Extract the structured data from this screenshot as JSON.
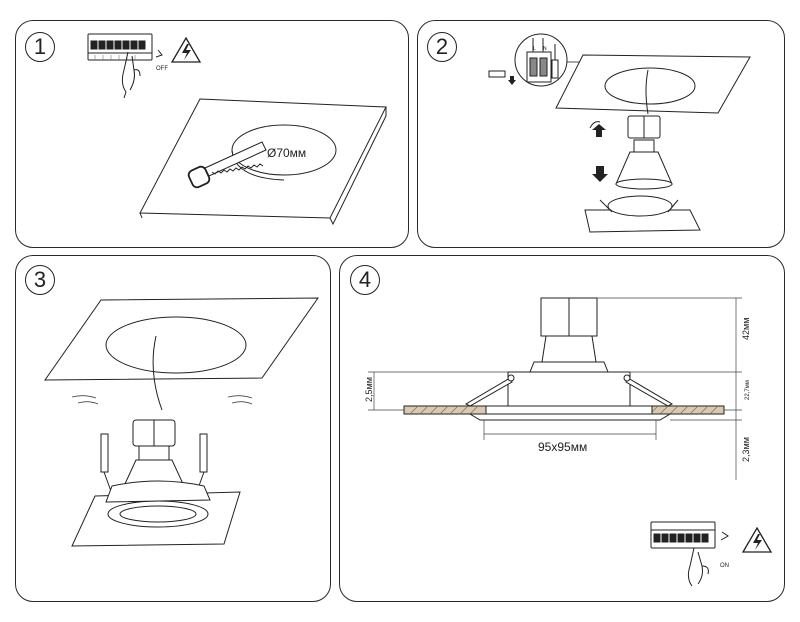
{
  "steps": [
    {
      "number": "1",
      "hole_label": "Ø70мм",
      "switch_label": "OFF"
    },
    {
      "number": "2",
      "terminal_labels": [
        "L",
        "N"
      ]
    },
    {
      "number": "3"
    },
    {
      "number": "4",
      "dimensions": {
        "height_top": "42мм",
        "height_mid": "22,7мм",
        "height_bottom": "2,3мм",
        "rim": "2,5мм",
        "frame": "95х95мм"
      },
      "switch_label": "ON"
    }
  ],
  "colors": {
    "line": "#222222",
    "hatch": "#b9a58a",
    "fill": "#ffffff"
  },
  "icons": [
    "hand-icon",
    "switch-panel-icon",
    "high-voltage-warning-icon",
    "screwdriver-icon",
    "saw-icon",
    "arrow-up-icon",
    "arrow-down-icon"
  ]
}
